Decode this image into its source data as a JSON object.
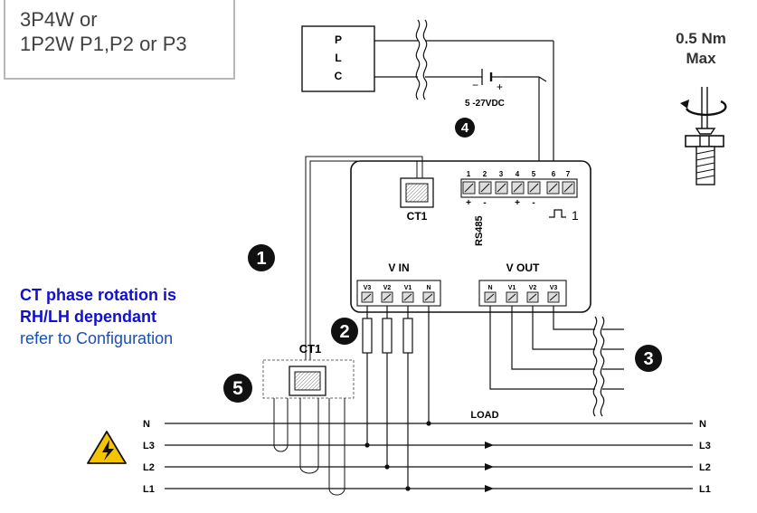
{
  "header": {
    "line1": "3P4W or",
    "line2": "1P2W P1,P2 or P3"
  },
  "torque": {
    "value": "0.5 Nm",
    "unit": "Max"
  },
  "note": {
    "line1": "CT phase rotation is",
    "line2": "RH/LH dependant",
    "line3": "refer to Configuration"
  },
  "plc": {
    "letters": [
      "P",
      "L",
      "C"
    ]
  },
  "supply": {
    "label": "5 -27VDC",
    "minus": "−",
    "plus": "+"
  },
  "meter": {
    "ct_label": "CT1",
    "rs485_label": "RS485",
    "pulse_label": "1",
    "terminal_numbers": [
      "1",
      "2",
      "3",
      "4",
      "5",
      "6",
      "7"
    ],
    "terminal_signs": [
      "+",
      "-",
      "+",
      "-"
    ],
    "vin_label": "V IN",
    "vin_terminals": [
      "V3",
      "V2",
      "V1",
      "N"
    ],
    "vout_label": "V OUT",
    "vout_terminals": [
      "N",
      "V1",
      "V2",
      "V3"
    ]
  },
  "ct_external": {
    "label": "CT1"
  },
  "markers": [
    "1",
    "2",
    "3",
    "4",
    "5"
  ],
  "lines": {
    "left": [
      "N",
      "L3",
      "L2",
      "L1"
    ],
    "right": [
      "N",
      "L3",
      "L2",
      "L1"
    ],
    "load_label": "LOAD"
  },
  "colors": {
    "note_blue": "#1010d0",
    "warning_yellow": "#f5c400"
  }
}
